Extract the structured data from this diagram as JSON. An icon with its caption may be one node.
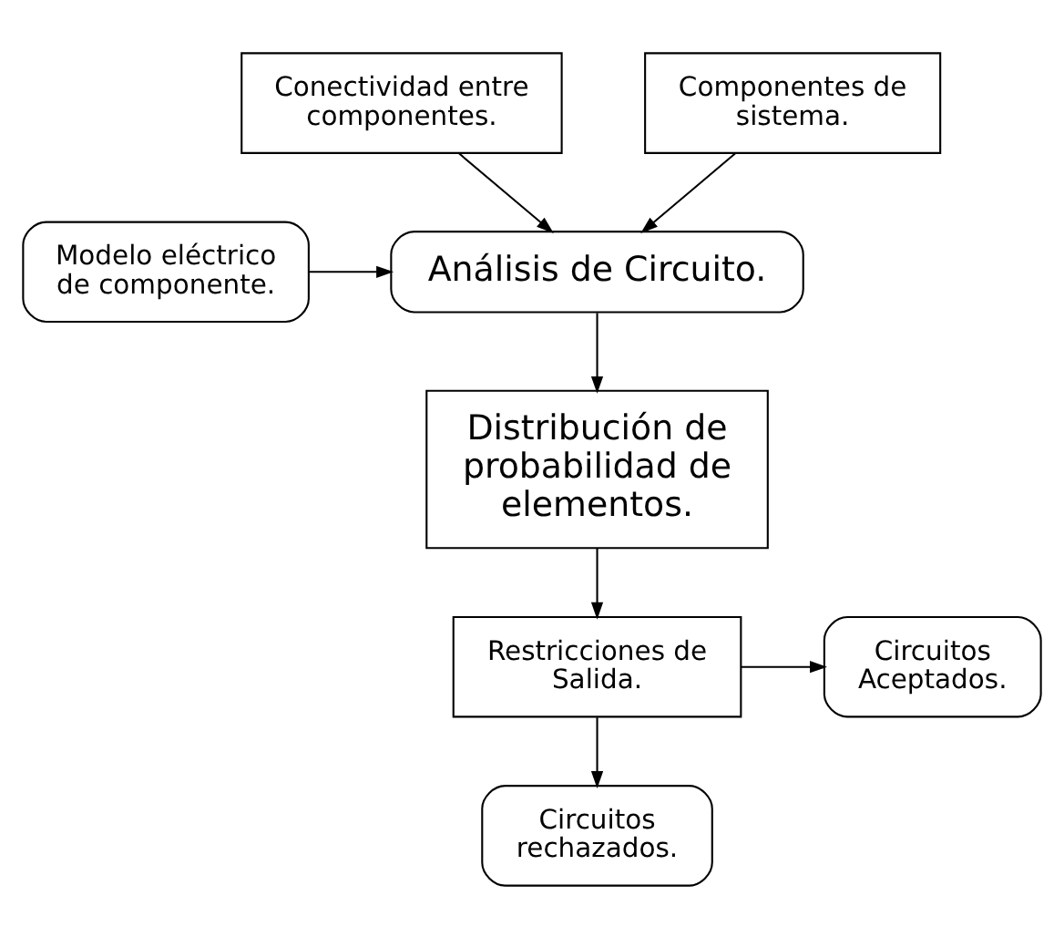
{
  "diagram": {
    "nodes": [
      {
        "text": [
          "Conectividad entre componentes."
        ]
      },
      {
        "text": [
          "Componentes de sistema."
        ]
      },
      {
        "text": [
          "Análisis de Circuito."
        ]
      },
      {
        "text": [
          "Modelo eléctrico de componente."
        ]
      },
      {
        "text": [
          "Distribución de probabilidad de elementos."
        ]
      },
      {
        "text": [
          "Restricciones de Salida."
        ]
      },
      {
        "text": [
          "Circuitos Aceptados."
        ]
      },
      {
        "text": [
          "Circuitos rechazados."
        ]
      }
    ],
    "edges": [
      {
        "from": 0,
        "to": 2,
        "arrow": "to"
      },
      {
        "from": 1,
        "to": 2,
        "arrow": "to"
      },
      {
        "from": 3,
        "to": 2,
        "arrow": "to"
      },
      {
        "from": 2,
        "to": 4,
        "arrow": "to"
      },
      {
        "from": 4,
        "to": 5,
        "arrow": "to"
      },
      {
        "from": 5,
        "to": 6,
        "arrow": "to"
      },
      {
        "from": 5,
        "to": 7,
        "arrow": "to"
      }
    ]
  }
}
